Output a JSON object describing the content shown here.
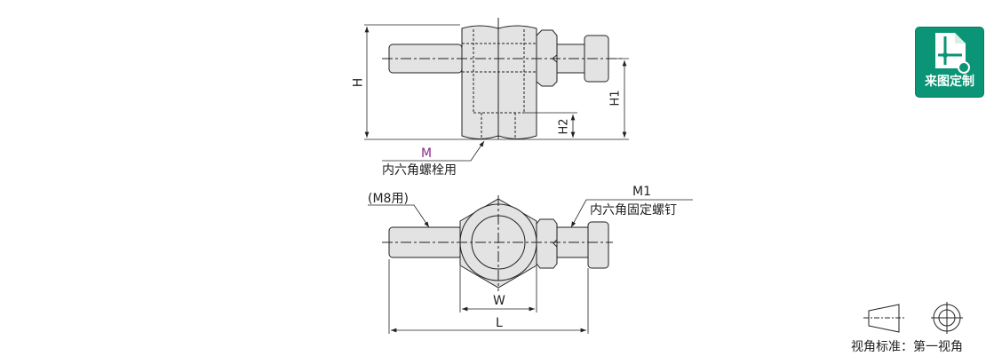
{
  "top_view": {
    "dim_H": "H",
    "dim_H1": "H1",
    "dim_H2": "H2",
    "label_M": "M",
    "label_M_note": "内六角螺栓用"
  },
  "bottom_view": {
    "label_M8": "(M8用)",
    "label_M1": "M1",
    "label_M1_note": "内六角固定螺钉",
    "dim_W": "W",
    "dim_L": "L"
  },
  "badge": {
    "label": "来图定制",
    "color": "#0b9475"
  },
  "projection": {
    "label": "视角标准：第一视角"
  },
  "colors": {
    "fill": "#e3e3e3",
    "line": "#222222",
    "accent_M": "#8a2d8a"
  }
}
